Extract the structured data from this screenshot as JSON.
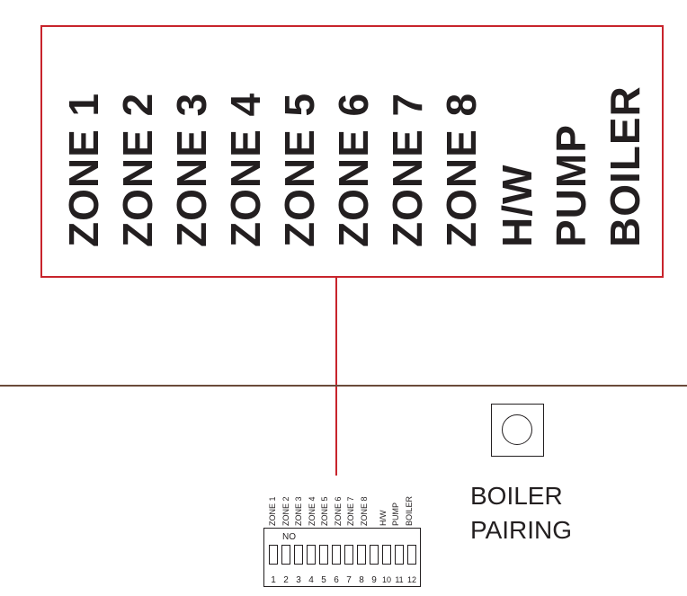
{
  "callout": {
    "labels": [
      "ZONE 1",
      "ZONE 2",
      "ZONE 3",
      "ZONE 4",
      "ZONE 5",
      "ZONE 6",
      "ZONE 7",
      "ZONE 8",
      "H/W",
      "PUMP",
      "BOILER"
    ]
  },
  "dip_switch": {
    "labels": [
      "ZONE 1",
      "ZONE 2",
      "ZONE 3",
      "ZONE 4",
      "ZONE 5",
      "ZONE 6",
      "ZONE 7",
      "ZONE 8",
      "H/W",
      "PUMP",
      "BOILER"
    ],
    "on_label": "NO",
    "numbers": [
      "1",
      "2",
      "3",
      "4",
      "5",
      "6",
      "7",
      "8",
      "9",
      "10",
      "11",
      "12"
    ]
  },
  "pairing": {
    "line1": "BOILER",
    "line2": "PAIRING"
  },
  "colors": {
    "callout": "#c8242c",
    "divider": "#6b4a3a",
    "ink": "#231f20"
  }
}
